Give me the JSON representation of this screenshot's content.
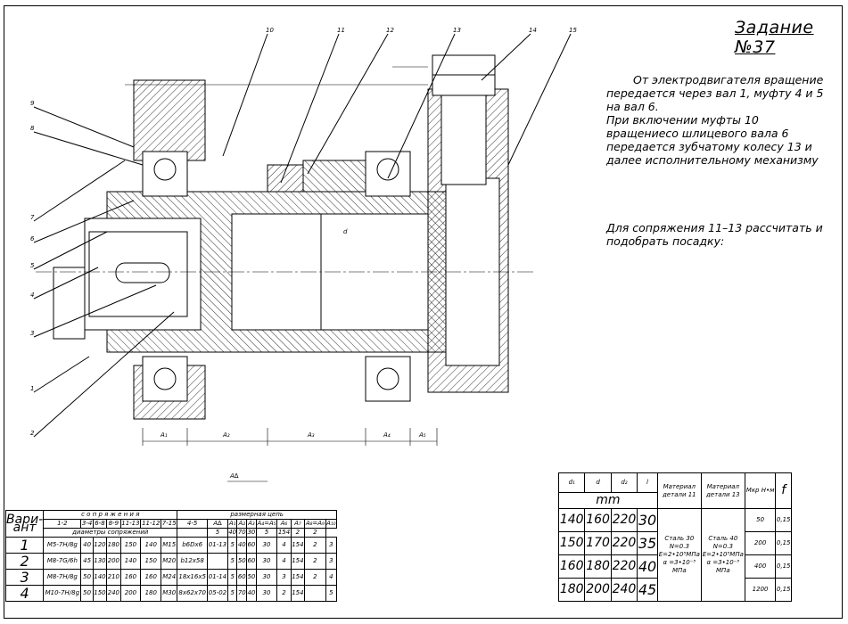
{
  "title": "Задание №37",
  "description": [
    "От электродвигателя вращение передается через вал 1, муфту 4 и 5 на вал 6.",
    "При включении муфты 10 вращениесо шлицевого вала 6 передается зубчатому колесу 13 и далее исполнительному механизму"
  ],
  "task": "Для сопряжения 11–13 рассчитать и подобрать посадку:",
  "callouts": [
    "1",
    "2",
    "3",
    "4",
    "5",
    "6",
    "7",
    "8",
    "9",
    "10",
    "11",
    "12",
    "13",
    "14",
    "15"
  ],
  "dim_labels": {
    "a1": "A₁",
    "a2": "A₂",
    "a3": "A₃",
    "a4": "A₄",
    "a5": "A₅",
    "ad": "A∆",
    "d": "d"
  },
  "variants_table": {
    "col_header": "Вари-\nант",
    "group_header": "с о п р я ж е н и я",
    "chain_header": "размерная цепь",
    "sub_header": "диаметры сопряжений",
    "pair_headers": [
      "1-2",
      "3-4",
      "6-8",
      "8-9",
      "11-13",
      "11-12",
      "7-15",
      "4-5"
    ],
    "chain_cols": [
      "A∆",
      "A₁",
      "A₂",
      "A₃",
      "A₄=A₅",
      "A₆",
      "A₇",
      "A₈=A₉",
      "A₁₀"
    ],
    "chain_subrow": [
      "",
      "5",
      "40",
      "70",
      "30",
      "5",
      "154",
      "2",
      "2"
    ],
    "rows": [
      {
        "num": "1",
        "fit": "М5-7Н/8g",
        "cells": [
          "40",
          "120",
          "180",
          "150",
          "140",
          "М15",
          "b6Dx6",
          "01-13",
          "5",
          "40",
          "60",
          "30",
          "4",
          "154",
          "2",
          "3"
        ]
      },
      {
        "num": "2",
        "fit": "М8-7G/6h",
        "cells": [
          "45",
          "130",
          "200",
          "140",
          "150",
          "М20",
          "b12x58",
          "",
          "5",
          "50",
          "60",
          "30",
          "4",
          "154",
          "2",
          "3"
        ]
      },
      {
        "num": "3",
        "fit": "М8-7Н/8g",
        "cells": [
          "50",
          "140",
          "210",
          "160",
          "160",
          "М24",
          "18x16x5",
          "01-14",
          "5",
          "60",
          "50",
          "30",
          "3",
          "154",
          "2",
          "4"
        ]
      },
      {
        "num": "4",
        "fit": "М10-7Н/8g",
        "cells": [
          "50",
          "150",
          "240",
          "200",
          "180",
          "М30",
          "8x62x70",
          "05-02",
          "5",
          "70",
          "40",
          "30",
          "2",
          "154",
          "",
          "5"
        ]
      }
    ]
  },
  "material_table": {
    "headers": [
      "d₁",
      "d",
      "d₂",
      "l",
      "Материал детали 11",
      "Материал детали 13",
      "Мкр Н•м",
      "f"
    ],
    "unit": "mm",
    "material11": {
      "steel": "Сталь 30",
      "n": "N=0.3",
      "e": "E=2•10⁵МПа",
      "alpha": "α =3•10⁻⁵ МПа"
    },
    "material13": {
      "steel": "Сталь 40",
      "n": "N=0.3",
      "e": "E=2•10⁵МПа",
      "alpha": "α =3•10⁻⁵ МПа"
    },
    "rows": [
      {
        "d1": "140",
        "d": "160",
        "d2": "220",
        "l": "30",
        "mkr": "50",
        "f": "0,15"
      },
      {
        "d1": "150",
        "d": "170",
        "d2": "220",
        "l": "35",
        "mkr": "200",
        "f": "0,15"
      },
      {
        "d1": "160",
        "d": "180",
        "d2": "220",
        "l": "40",
        "mkr": "400",
        "f": "0,15"
      },
      {
        "d1": "180",
        "d": "200",
        "d2": "240",
        "l": "45",
        "mkr": "1200",
        "f": "0,15"
      }
    ]
  }
}
